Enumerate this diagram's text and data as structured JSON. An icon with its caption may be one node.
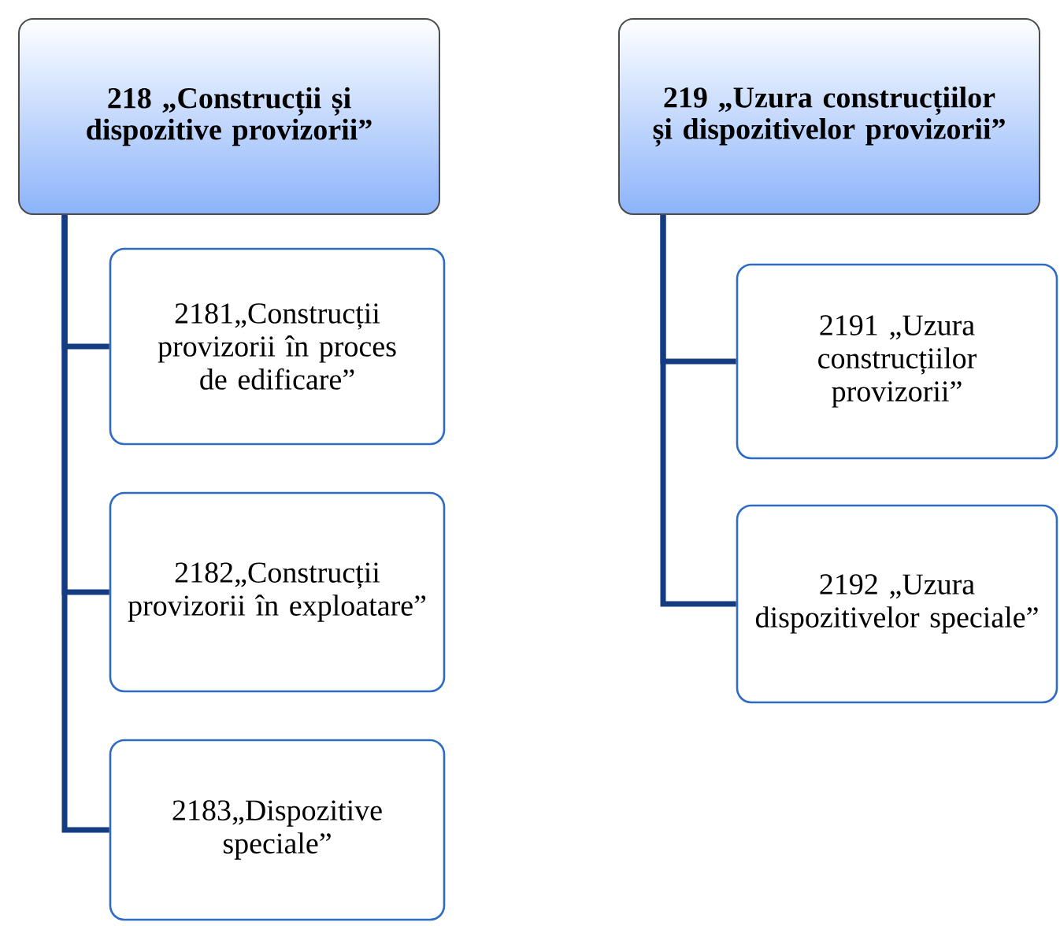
{
  "diagram": {
    "nodes": [
      {
        "text": [
          "218 „Construcții și dispozitive provizorii”"
        ]
      },
      {
        "text": [
          "2181„Construcții provizorii în proces de edificare”"
        ]
      },
      {
        "text": [
          "2182„Construcții provizorii în exploatare”"
        ]
      },
      {
        "text": [
          "2183„Dispozitive speciale”"
        ]
      },
      {
        "text": [
          "219 „Uzura construcțiilor și dispozitivelor provizorii”"
        ]
      },
      {
        "text": [
          "2191 „Uzura construcțiilor provizorii”"
        ]
      },
      {
        "text": [
          "2192 „Uzura dispozitivelor speciale”"
        ]
      }
    ],
    "edges": [
      {
        "from": 0,
        "to": 1,
        "arrow": "none"
      },
      {
        "from": 0,
        "to": 2,
        "arrow": "none"
      },
      {
        "from": 0,
        "to": 3,
        "arrow": "none"
      },
      {
        "from": 4,
        "to": 5,
        "arrow": "none"
      },
      {
        "from": 4,
        "to": 6,
        "arrow": "none"
      }
    ]
  }
}
